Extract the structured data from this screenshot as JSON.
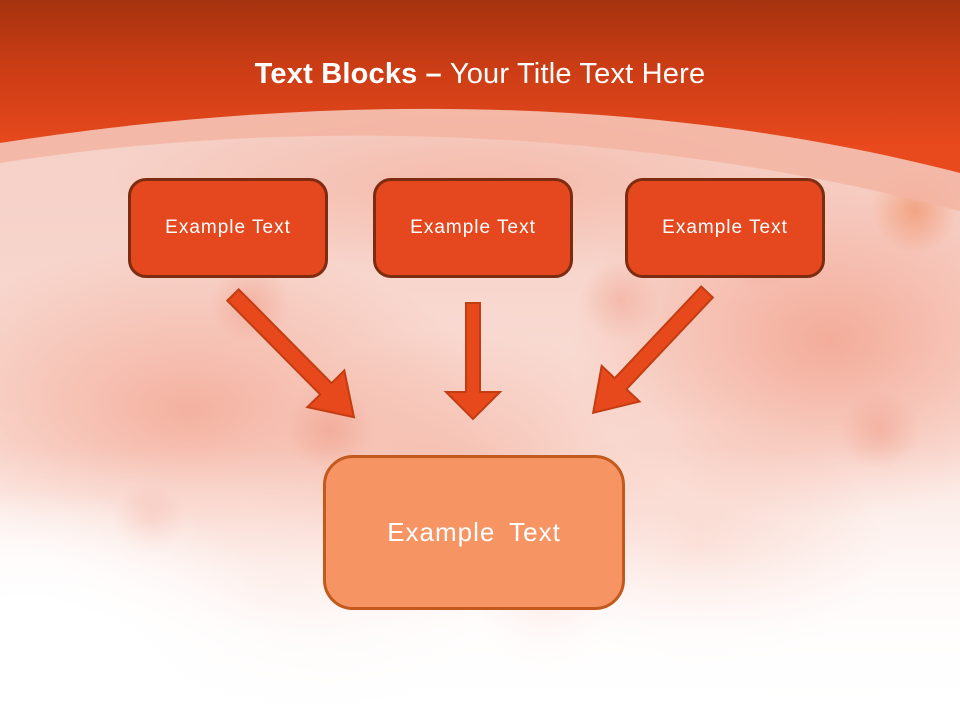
{
  "title": {
    "bold": "Text Blocks",
    "separator": "–",
    "regular": "Your Title Text Here"
  },
  "boxes": [
    {
      "label": "Example Text"
    },
    {
      "label": "Example Text"
    },
    {
      "label": "Example Text"
    }
  ],
  "result_box": {
    "label": "Example Text"
  },
  "colors": {
    "header_top": "#A5330F",
    "header_mid": "#CC3D15",
    "header_bottom": "#E8491D",
    "title_text": "#FFFFFF",
    "box_fill": "#E5481E",
    "box_border": "#7C2D11",
    "box_text": "#FFFFFF",
    "result_fill": "#F69463",
    "result_border": "#C4591D",
    "result_text": "#FFFFFF",
    "arrow_fill": "#E7481C",
    "arrow_stroke": "#C23D12",
    "swoosh": "#F3B4A2"
  }
}
